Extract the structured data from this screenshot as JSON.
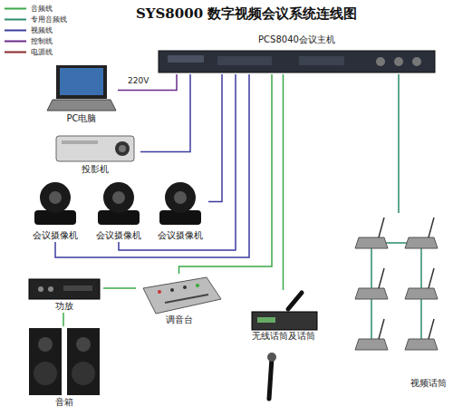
{
  "diagram": {
    "title": "SYS8000 数字视频会议系统连线图",
    "nodes": [
      {
        "text": [
          "PCS8040会议主机"
        ]
      },
      {
        "text": [
          "PC电脑"
        ]
      },
      {
        "text": [
          "投影机"
        ]
      },
      {
        "text": [
          "会议摄像机"
        ]
      },
      {
        "text": [
          "会议摄像机"
        ]
      },
      {
        "text": [
          "会议摄像机"
        ]
      },
      {
        "text": [
          "功放"
        ]
      },
      {
        "text": [
          "调音台"
        ]
      },
      {
        "text": [
          "无线话筒及话筒"
        ]
      },
      {
        "text": [
          "视频话筒"
        ]
      },
      {
        "text": [
          "音箱"
        ]
      }
    ],
    "edges": [
      {
        "from": 0,
        "to": 1,
        "arrow": "none"
      },
      {
        "from": 0,
        "to": 2,
        "arrow": "none"
      },
      {
        "from": 0,
        "to": 3,
        "arrow": "none"
      },
      {
        "from": 0,
        "to": 4,
        "arrow": "none"
      },
      {
        "from": 0,
        "to": 5,
        "arrow": "none"
      },
      {
        "from": 0,
        "to": 7,
        "arrow": "none"
      },
      {
        "from": 0,
        "to": 8,
        "arrow": "none"
      },
      {
        "from": 0,
        "to": 9,
        "arrow": "none"
      },
      {
        "from": 7,
        "to": 6,
        "arrow": "none"
      },
      {
        "from": 6,
        "to": 10,
        "arrow": "none"
      }
    ],
    "labels": [
      "220V"
    ],
    "legend": [
      {
        "text": "音频线",
        "color": "#3aa84a"
      },
      {
        "text": "专用音频线",
        "color": "#2b8a6e"
      },
      {
        "text": "视频线",
        "color": "#3b3b9e"
      },
      {
        "text": "控制线",
        "color": "#6a2b8a"
      },
      {
        "text": "电源线",
        "color": "#8b2a2a"
      }
    ]
  }
}
